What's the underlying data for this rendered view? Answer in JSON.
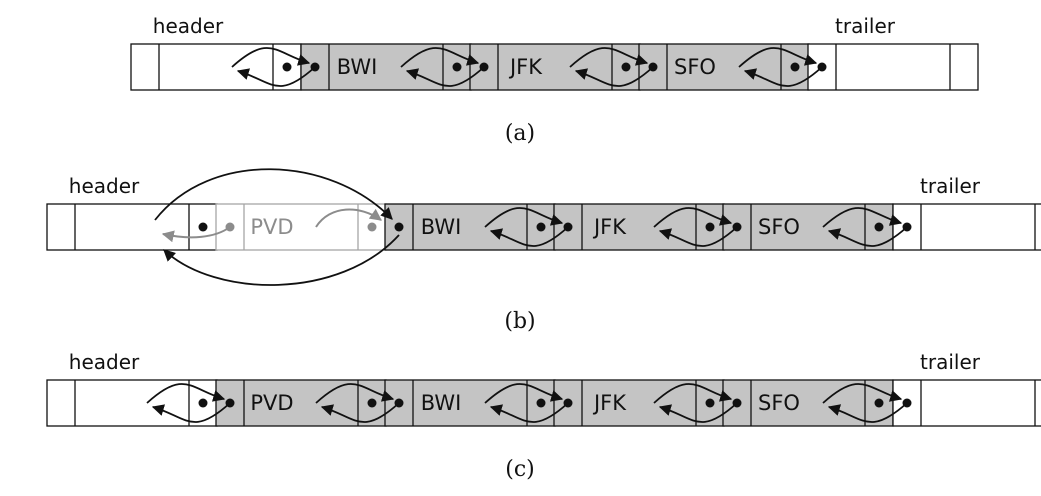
{
  "colors": {
    "node_fill": "#c4c4c4",
    "sentinel_fill": "#ffffff",
    "stroke": "#111111",
    "faded": "#8c8c8c",
    "faded_stroke": "#a6a6a6"
  },
  "rows": [
    {
      "caption": "(a)",
      "header_label": "header",
      "trailer_label": "trailer",
      "nodes": [
        "BWI",
        "JFK",
        "SFO"
      ]
    },
    {
      "caption": "(b)",
      "header_label": "header",
      "trailer_label": "trailer",
      "nodes": [
        "BWI",
        "JFK",
        "SFO"
      ],
      "inserting": "PVD"
    },
    {
      "caption": "(c)",
      "header_label": "header",
      "trailer_label": "trailer",
      "nodes": [
        "PVD",
        "BWI",
        "JFK",
        "SFO"
      ]
    }
  ]
}
